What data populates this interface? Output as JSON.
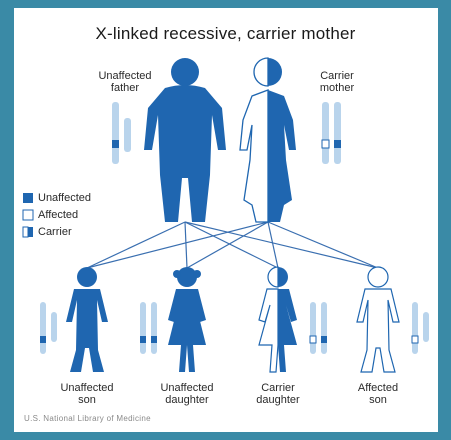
{
  "title": "X-linked recessive, carrier mother",
  "parents": {
    "father_label": [
      "Unaffected",
      "father"
    ],
    "mother_label": [
      "Carrier",
      "mother"
    ]
  },
  "legend": {
    "unaffected": "Unaffected",
    "affected": "Affected",
    "carrier": "Carrier"
  },
  "children": {
    "son1": [
      "Unaffected",
      "son"
    ],
    "daughter1": [
      "Unaffected",
      "daughter"
    ],
    "daughter2": [
      "Carrier",
      "daughter"
    ],
    "son2": [
      "Affected",
      "son"
    ]
  },
  "credit": "U.S. National Library of Medicine",
  "colors": {
    "blue": "#1f66b0",
    "frame": "#3a8aa6",
    "light": "#b9d4ec"
  }
}
